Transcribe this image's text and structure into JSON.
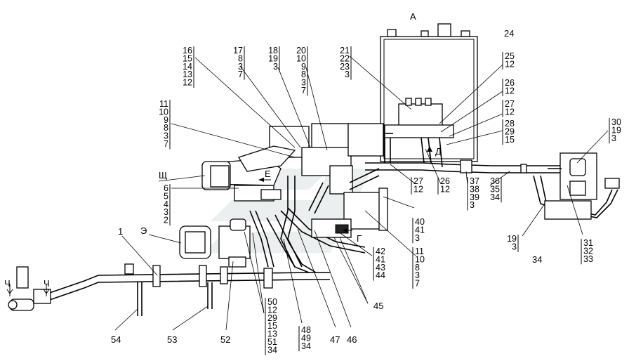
{
  "letters": {
    "A": "А",
    "D": "Д",
    "Shch": "Щ",
    "E": "Е",
    "Eh": "Э",
    "G": "Г",
    "Ch1": "Ч",
    "Ch2": "Ч"
  },
  "stacks": [
    {
      "id": "s1",
      "items": [
        "16",
        "15",
        "14",
        "13",
        "12"
      ]
    },
    {
      "id": "s2",
      "items": [
        "17",
        "8",
        "3",
        "7"
      ]
    },
    {
      "id": "s3",
      "items": [
        "18",
        "19",
        "3"
      ]
    },
    {
      "id": "s4",
      "items": [
        "20",
        "10",
        "9",
        "8",
        "3",
        "7"
      ]
    },
    {
      "id": "s5",
      "items": [
        "21",
        "22",
        "23",
        "3"
      ]
    },
    {
      "id": "s6",
      "items": [
        "11",
        "10",
        "9",
        "8",
        "3",
        "7"
      ]
    },
    {
      "id": "s7",
      "items": [
        "6",
        "5",
        "4",
        "3",
        "2"
      ]
    },
    {
      "id": "s8",
      "items": [
        "25",
        "12"
      ]
    },
    {
      "id": "s9",
      "items": [
        "26",
        "12"
      ]
    },
    {
      "id": "s10",
      "items": [
        "27",
        "12"
      ]
    },
    {
      "id": "s11",
      "items": [
        "28",
        "29",
        "15"
      ]
    },
    {
      "id": "s12",
      "items": [
        "30",
        "19",
        "3"
      ]
    },
    {
      "id": "s13",
      "items": [
        "27",
        "12"
      ]
    },
    {
      "id": "s14",
      "items": [
        "26",
        "12"
      ]
    },
    {
      "id": "s15",
      "items": [
        "37",
        "38",
        "39",
        "3"
      ]
    },
    {
      "id": "s16",
      "items": [
        "36",
        "35",
        "34"
      ]
    },
    {
      "id": "s17",
      "items": [
        "40",
        "41",
        "3"
      ]
    },
    {
      "id": "s18",
      "items": [
        "11",
        "10",
        "8",
        "3",
        "7"
      ]
    },
    {
      "id": "s19",
      "items": [
        "42",
        "41",
        "43",
        "44"
      ]
    },
    {
      "id": "s20",
      "items": [
        "19",
        "3"
      ]
    },
    {
      "id": "s21",
      "items": [
        "31",
        "32",
        "33"
      ]
    },
    {
      "id": "s22",
      "items": [
        "50",
        "12",
        "29",
        "15",
        "13",
        "51",
        "34"
      ]
    },
    {
      "id": "s23",
      "items": [
        "48",
        "49",
        "34"
      ]
    }
  ],
  "labels": {
    "n24": "24",
    "n1": "1",
    "n45": "45",
    "n34": "34",
    "n54": "54",
    "n53": "53",
    "n52": "52",
    "n47": "47",
    "n46": "46"
  }
}
